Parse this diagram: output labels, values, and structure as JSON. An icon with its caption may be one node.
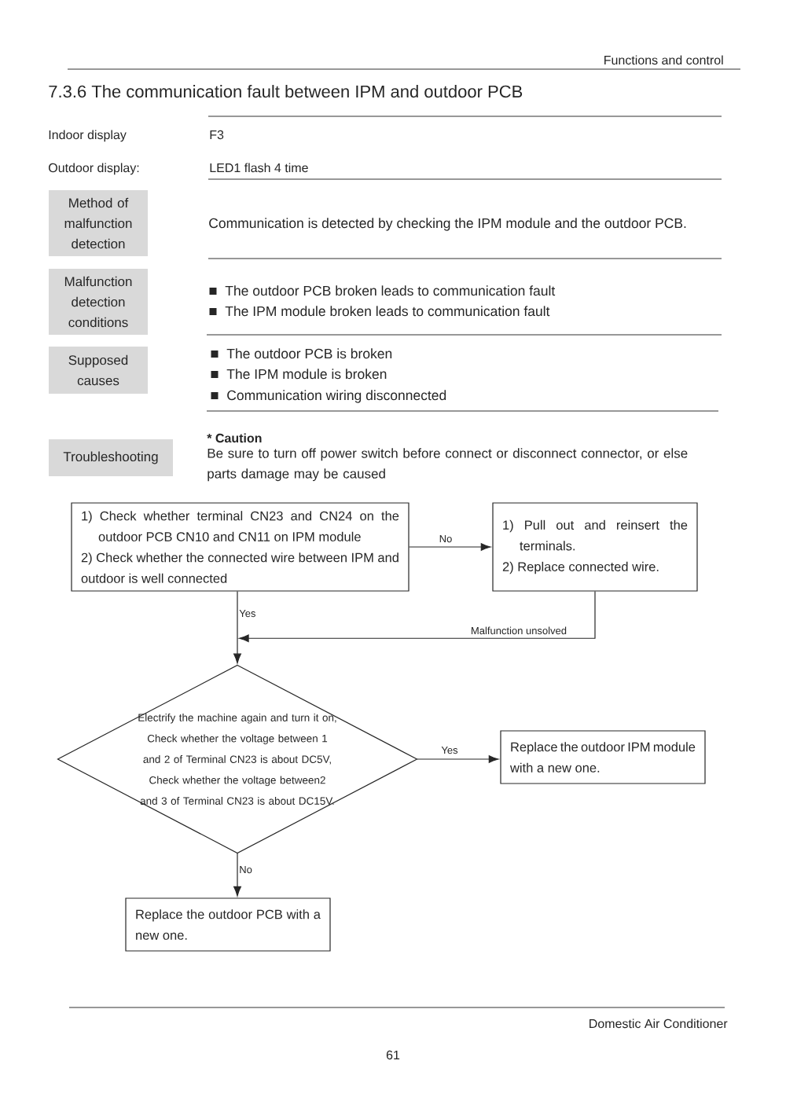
{
  "diagram": {
    "title": "7.3.6 The communication fault between IPM and outdoor PCB",
    "nodes": [
      {
        "text": [
          "Method of malfunction detection"
        ]
      },
      {
        "text": [
          "Malfunction detection conditions"
        ]
      },
      {
        "text": [
          "Supposed causes"
        ]
      },
      {
        "text": [
          "Troubleshooting"
        ]
      },
      {
        "text": [
          "1) Check whether terminal CN23 and CN24 on the outdoor PCB CN10 and CN11 on IPM module",
          "2) Check whether the connected wire between IPM and outdoor is well connected"
        ]
      },
      {
        "text": [
          "1) Pull out and reinsert the terminals.",
          "2) Replace connected wire."
        ]
      },
      {
        "text": [
          "Electrify the machine again and turn it on, Check whether the voltage between 1 and 2 of Terminal CN23 is about DC5V, Check whether the voltage between2 and 3 of Terminal CN23 is about DC15V."
        ]
      },
      {
        "text": [
          "Replace the outdoor IPM module with a new one."
        ]
      },
      {
        "text": [
          "Replace the outdoor PCB with a new one."
        ]
      }
    ],
    "edges": [
      {
        "from": 4,
        "to": 5,
        "arrow": "to",
        "label": "No"
      },
      {
        "from": 4,
        "to": 6,
        "arrow": "to",
        "label": "Yes"
      },
      {
        "from": 5,
        "to": 6,
        "arrow": "to",
        "label": "Malfunction unsolved"
      },
      {
        "from": 6,
        "to": 7,
        "arrow": "to",
        "label": "Yes"
      },
      {
        "from": 6,
        "to": 8,
        "arrow": "to",
        "label": "No"
      }
    ],
    "labels": [
      "Functions and control",
      "Indoor display",
      "F3",
      "Outdoor display:",
      "LED1 flash 4 time",
      "Communication is detected by checking the IPM module and the outdoor PCB.",
      "The outdoor PCB broken leads to communication fault",
      "The IPM module broken leads to communication fault",
      "The outdoor PCB is broken",
      "The IPM module is broken",
      "Communication wiring disconnected",
      "* Caution",
      "Be sure to turn off power switch before connect or disconnect connector, or else parts damage may be caused",
      "Domestic Air Conditioner",
      "61"
    ]
  }
}
